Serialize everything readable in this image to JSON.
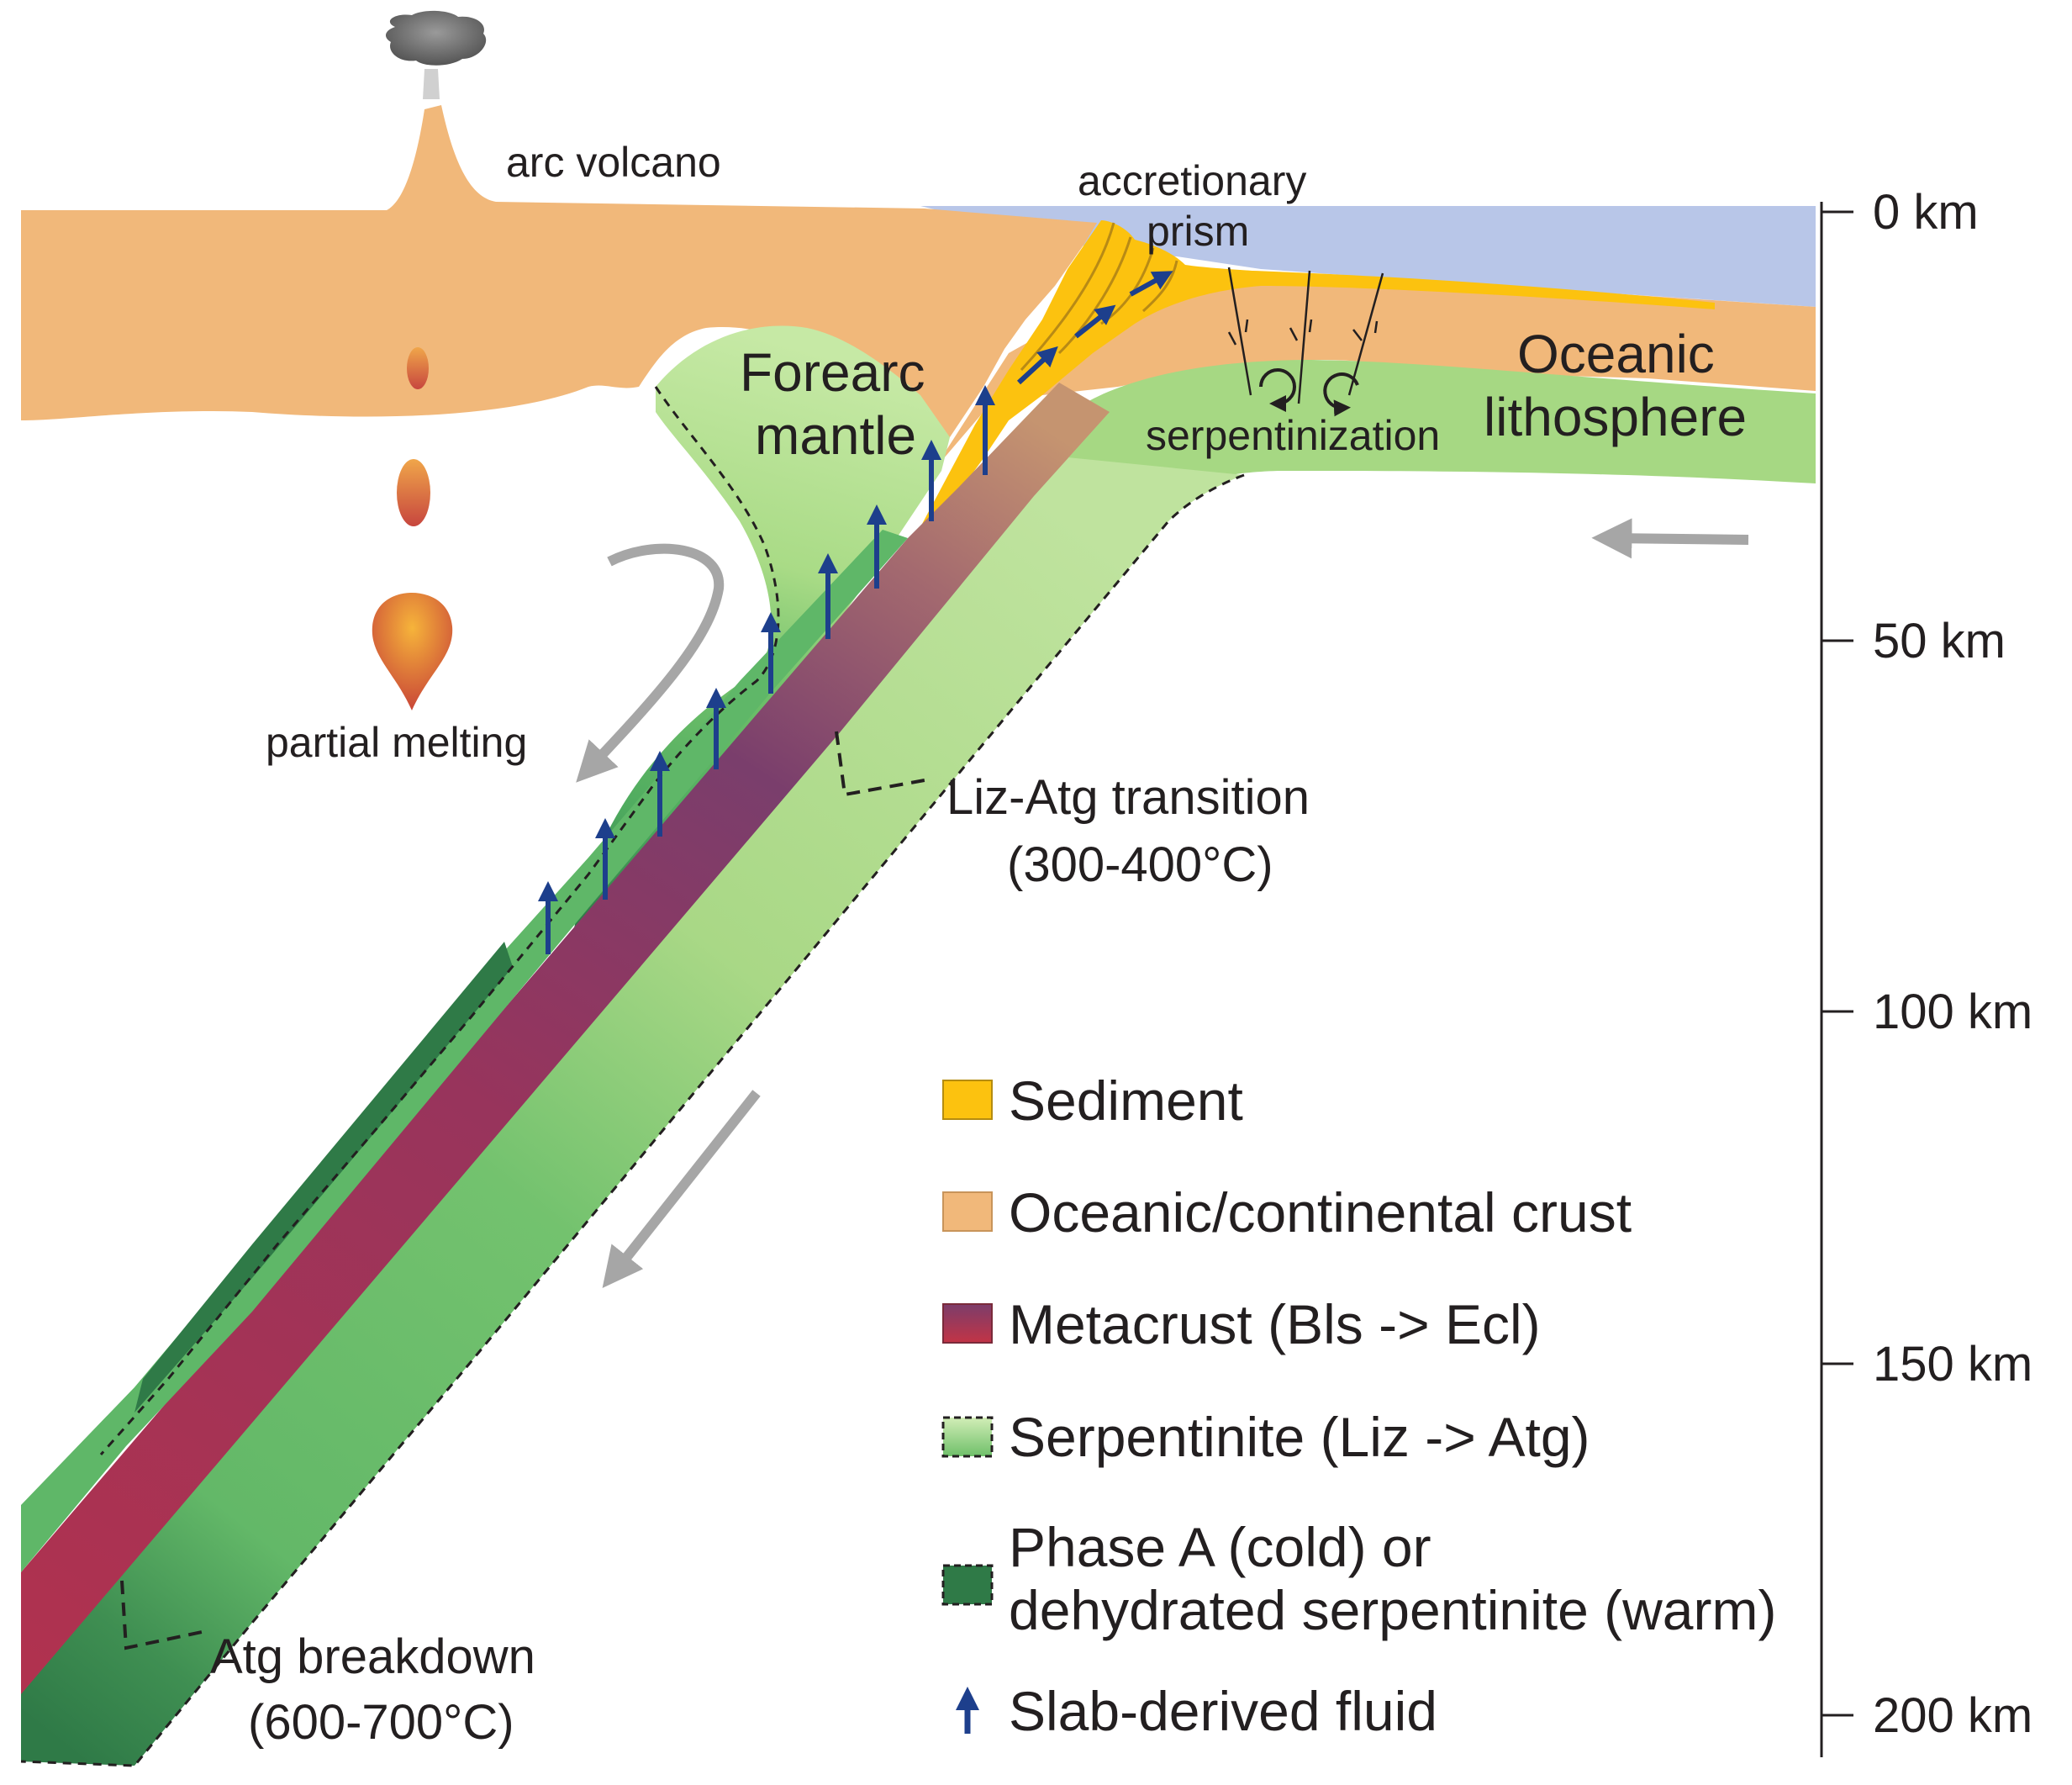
{
  "labels": {
    "arc_volcano": "arc volcano",
    "accretionary": "accretionary",
    "prism": "prism",
    "oceanic": "Oceanic",
    "lithosphere": "lithosphere",
    "forearc": "Forearc",
    "mantle": "mantle",
    "serpentinization": "serpentinization",
    "partial_melting": "partial melting",
    "liz_atg": "Liz-Atg transition",
    "liz_atg_temp": "(300-400°C)",
    "atg_breakdown": "Atg breakdown",
    "atg_breakdown_temp": "(600-700°C)"
  },
  "depth_scale": {
    "ticks": [
      "0 km",
      "50 km",
      "100 km",
      "150 km",
      "200 km"
    ]
  },
  "legend": {
    "items": [
      {
        "label": "Sediment",
        "color": "#fcc20f"
      },
      {
        "label": "Oceanic/continental crust",
        "color": "#f1b87a"
      },
      {
        "label": "Metacrust (Bls -> Ecl)",
        "color": "#b0324f"
      },
      {
        "label": "Serpentinite (Liz -> Atg)",
        "color": "#a6d883"
      },
      {
        "label": "Phase A (cold) or",
        "label2": "dehydrated serpentinite (warm)",
        "color": "#2f7a47"
      },
      {
        "label": "Slab-derived fluid",
        "color": "#1d3f8c",
        "icon": "arrow-up-icon"
      }
    ]
  },
  "colors": {
    "ocean": "#b8c6e8",
    "crust": "#f1b87a",
    "sediment": "#fcc20f",
    "metacrust_top": "#b88762",
    "metacrust_mid": "#7c3d6a",
    "metacrust_deep": "#b0324f",
    "serpentinite": "#a6d883",
    "dehydrated": "#2f7a47",
    "fluid_arrow": "#1d3f8c",
    "flow_arrow": "#a6a6a6"
  }
}
